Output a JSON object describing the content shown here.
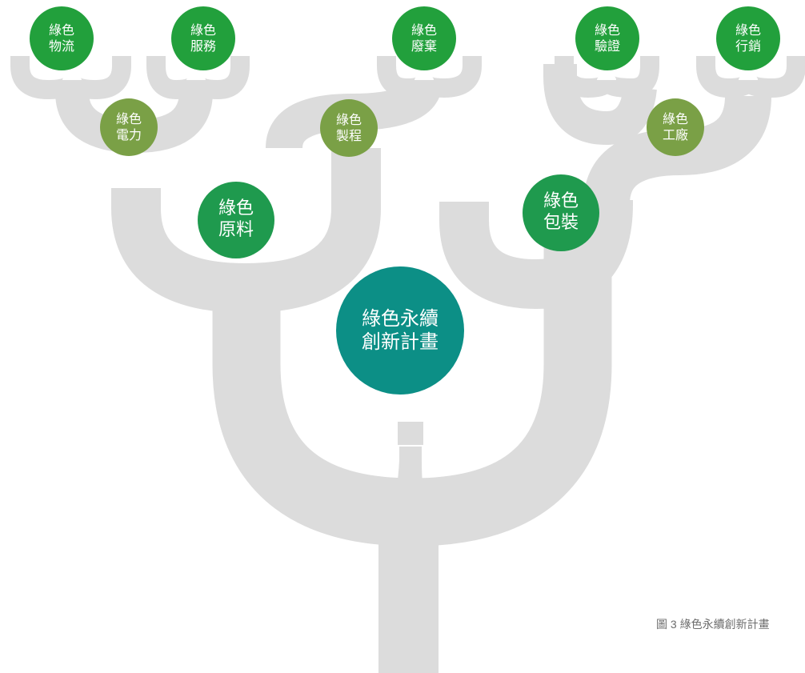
{
  "colors": {
    "branch": "#dcdcdc",
    "dark_green": "#22a03c",
    "olive_green": "#7aa046",
    "main_green": "#1f9a4e",
    "teal": "#0c8f86"
  },
  "nodes": {
    "core": "綠色永續\n創新計畫",
    "raw_materials": "綠色\n原料",
    "packaging": "綠色\n包裝",
    "power": "綠色\n電力",
    "process": "綠色\n製程",
    "factory": "綠色\n工廠",
    "logistics": "綠色\n物流",
    "service": "綠色\n服務",
    "waste": "綠色\n廢棄",
    "verification": "綠色\n驗證",
    "marketing": "綠色\n行銷"
  },
  "caption": "圖 3 綠色永續創新計畫"
}
